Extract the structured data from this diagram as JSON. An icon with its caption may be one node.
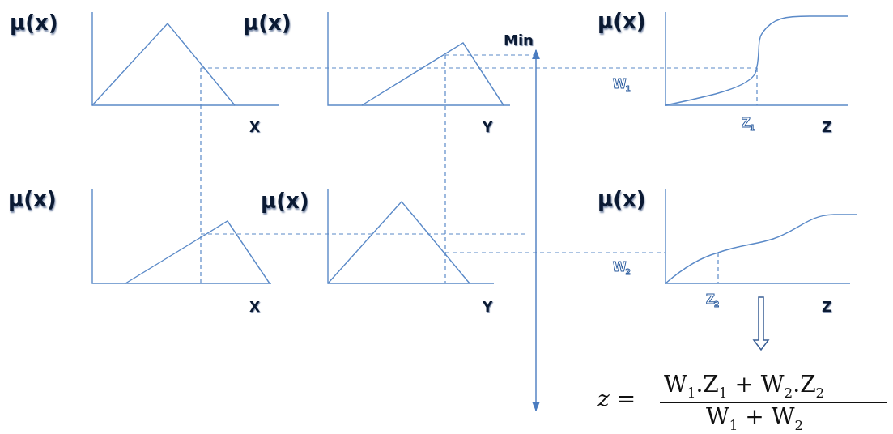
{
  "diagram": {
    "labels": [
      "μ(x)",
      "μ(x)",
      "μ(x)",
      "Min",
      "W$_{1}$",
      "X",
      "Y",
      "Z$_{1}$",
      "Z",
      "μ(x)",
      "μ(x)",
      "μ(x)",
      "W$_{2}$",
      "X",
      "Y",
      "Z$_{2}$",
      "Z",
      "W$_{1}$.Z$_{1}$ + W$_{2}$.Z$_{2}$",
      "*z* =",
      "W$_{1}$ + W$_{2}$"
    ]
  }
}
